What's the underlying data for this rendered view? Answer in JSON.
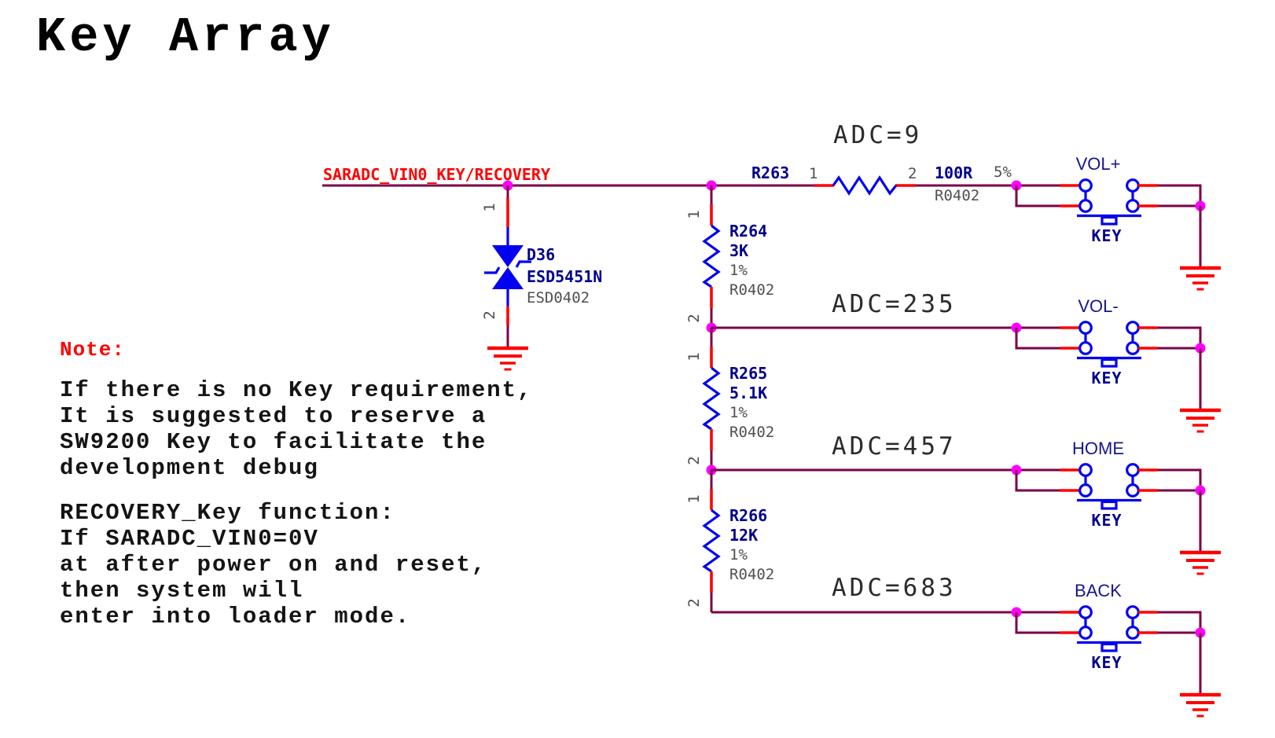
{
  "title": "Key Array",
  "net_label": "SARADC_VIN0_KEY/RECOVERY",
  "note": {
    "heading": "Note:",
    "para1": [
      "If there is no Key requirement,",
      "It is suggested to reserve a",
      "SW9200 Key to facilitate the",
      "development debug"
    ],
    "para2": [
      "RECOVERY_Key function:",
      "If SARADC_VIN0=0V",
      "at after power on and reset,",
      "then system will",
      "enter into loader mode."
    ]
  },
  "diode": {
    "ref": "D36",
    "part": "ESD5451N",
    "package": "ESD0402",
    "pin1": "1",
    "pin2": "2"
  },
  "series_resistor": {
    "ref": "R263",
    "pin1": "1",
    "pin2": "2",
    "value": "100R",
    "tolerance": "5%",
    "package": "R0402"
  },
  "ladder": [
    {
      "ref": "R264",
      "value": "3K",
      "tolerance": "1%",
      "package": "R0402",
      "pin1": "1",
      "pin2": "2"
    },
    {
      "ref": "R265",
      "value": "5.1K",
      "tolerance": "1%",
      "package": "R0402",
      "pin1": "1",
      "pin2": "2"
    },
    {
      "ref": "R266",
      "value": "12K",
      "tolerance": "1%",
      "package": "R0402",
      "pin1": "1",
      "pin2": "2"
    }
  ],
  "rows": [
    {
      "key_name": "VOL+",
      "key_label": "KEY",
      "adc": "ADC=9"
    },
    {
      "key_name": "VOL-",
      "key_label": "KEY",
      "adc": "ADC=235"
    },
    {
      "key_name": "HOME",
      "key_label": "KEY",
      "adc": "ADC=457"
    },
    {
      "key_name": "BACK",
      "key_label": "KEY",
      "adc": "ADC=683"
    }
  ],
  "colors": {
    "wire": "#7b0045",
    "pin_red": "#ff0000",
    "symbol_blue": "#0202f0",
    "label_navy": "#00008c",
    "label_gray": "#4f4f4f",
    "junction_magenta": "#ff00ff",
    "net_label_red": "#ff0000",
    "note_text": "#141414"
  }
}
